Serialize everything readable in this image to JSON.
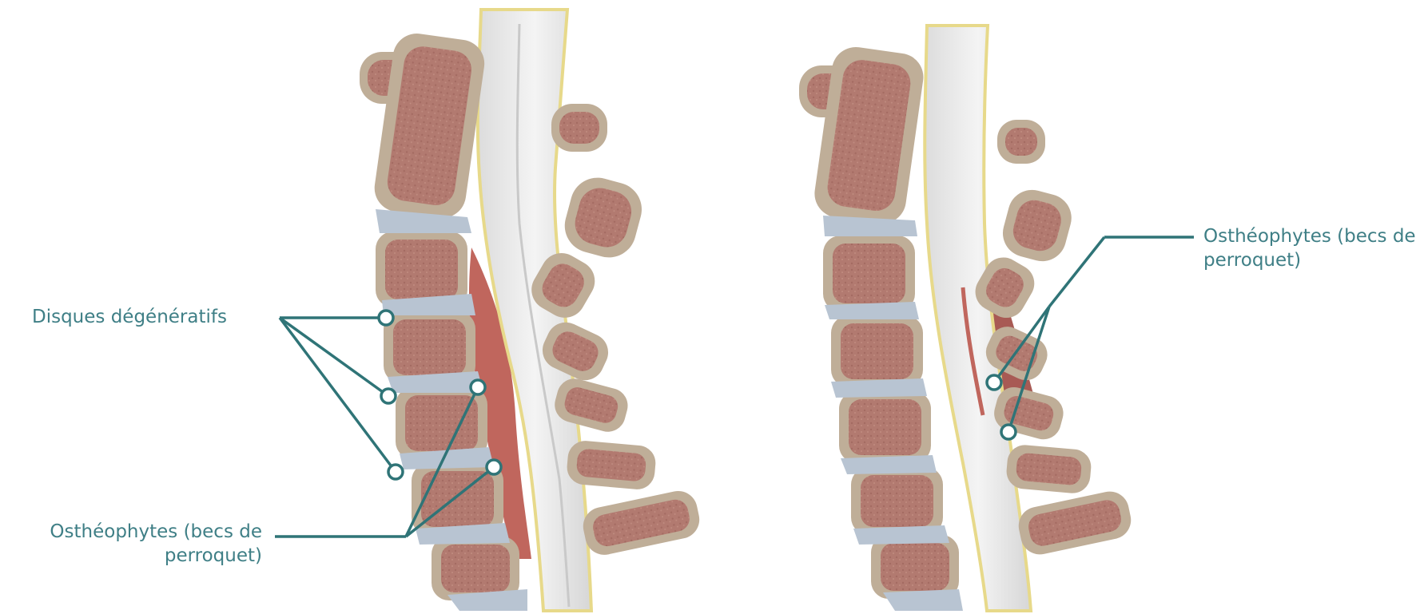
{
  "labels": {
    "disques": "Disques dégénératifs",
    "osteo_left": "Osthéophytes (becs de perroquet)",
    "osteo_right": "Osthéophytes (becs de perroquet)"
  },
  "colors": {
    "label_text": "#3f7f86",
    "leader_line": "#2f7477",
    "bone_rim": "#bfae98",
    "bone_inner": "#b27a70",
    "disc": "#b8c4d2",
    "spinal_cord": "#ececec",
    "cord_outline": "#e7d98a",
    "compression": "#c0665d"
  }
}
